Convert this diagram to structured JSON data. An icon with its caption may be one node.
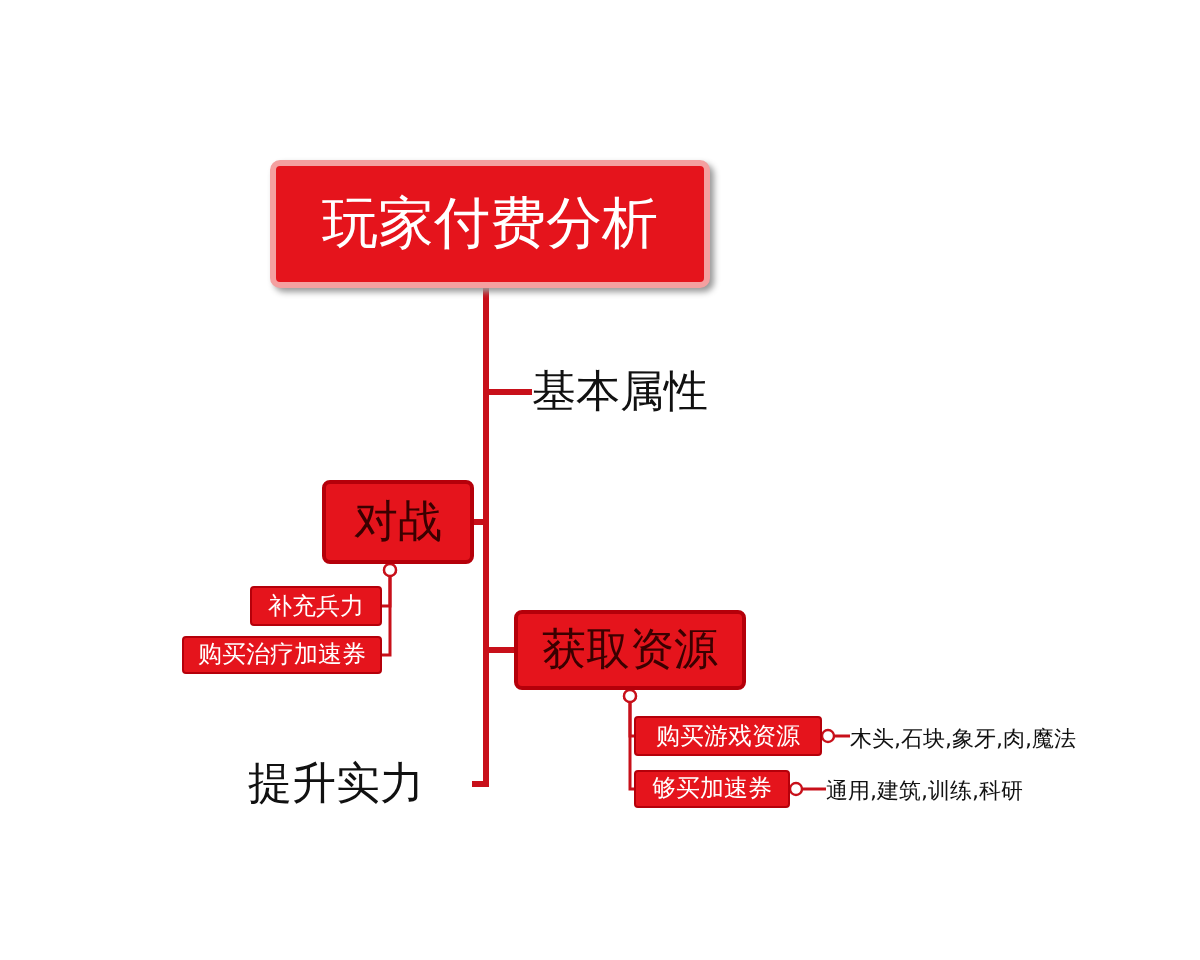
{
  "diagram": {
    "nodes": [
      {
        "text": [
          "玩家付费分析"
        ]
      },
      {
        "text": [
          "基本属性"
        ]
      },
      {
        "text": [
          "对战"
        ]
      },
      {
        "text": [
          "补充兵力"
        ]
      },
      {
        "text": [
          "购买治疗加速券"
        ]
      },
      {
        "text": [
          "获取资源"
        ]
      },
      {
        "text": [
          "购买游戏资源"
        ]
      },
      {
        "text": [
          "木头,石块,象牙,肉,魔法"
        ]
      },
      {
        "text": [
          "够买加速券"
        ]
      },
      {
        "text": [
          "通用,建筑,训练,科研"
        ]
      },
      {
        "text": [
          "提升实力"
        ]
      }
    ],
    "edges": [
      {
        "from": 0,
        "to": 1,
        "arrow": "none",
        "style": "thick"
      },
      {
        "from": 0,
        "to": 2,
        "arrow": "none",
        "style": "thick"
      },
      {
        "from": 0,
        "to": 5,
        "arrow": "none",
        "style": "thick"
      },
      {
        "from": 0,
        "to": 10,
        "arrow": "none",
        "style": "thick"
      },
      {
        "from": 2,
        "to": 3,
        "arrow": "other"
      },
      {
        "from": 2,
        "to": 4,
        "arrow": "other"
      },
      {
        "from": 5,
        "to": 6,
        "arrow": "other"
      },
      {
        "from": 5,
        "to": 8,
        "arrow": "other"
      },
      {
        "from": 6,
        "to": 7,
        "arrow": "other"
      },
      {
        "from": 8,
        "to": 9,
        "arrow": "other"
      }
    ]
  }
}
